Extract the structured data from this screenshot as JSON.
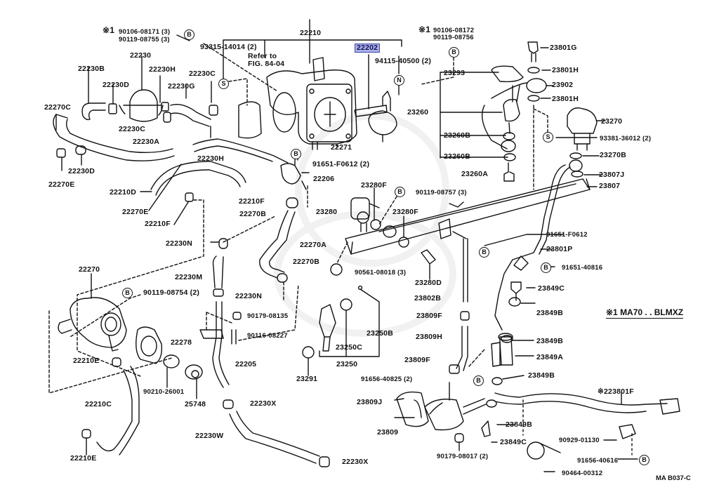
{
  "diagram": {
    "title_code": "MA  B037-C",
    "highlight_color": "#aab0e8",
    "footnote": "※1 MA70 . . BLMXZ",
    "refer_note": [
      "Refer to",
      "FIG. 84-04"
    ],
    "symbols": {
      "B": "B",
      "S": "S",
      "N": "N"
    },
    "labels": {
      "l_90106_08171": "90106-08171 (3)",
      "l_90119_08755": "90119-08755 (3)",
      "l_star1_left": "※1",
      "l_93315": "93315-14014 (2)",
      "l_22210": "22210",
      "l_22202": "22202",
      "l_94115": "94115-40500 (2)",
      "l_star1_right": "※1",
      "l_90106_08172": "90106-08172",
      "l_90119_08756": "90119-08756",
      "l_22230": "22230",
      "l_22230B": "22230B",
      "l_22230H_top": "22230H",
      "l_22230C_top": "22230C",
      "l_22230D_top": "22230D",
      "l_22230G": "22230G",
      "l_22270C": "22270C",
      "l_22230C_mid": "22230C",
      "l_22230A": "22230A",
      "l_22230H_mid": "22230H",
      "l_22230D_low": "22230D",
      "l_22270E_top": "22270E",
      "l_22271": "22271",
      "l_91651_F0612_2": "91651-F0612 (2)",
      "l_22206": "22206",
      "l_22210D": "22210D",
      "l_22270E_low": "22270E",
      "l_22210F_left": "22210F",
      "l_22210F_mid": "22210F",
      "l_22270B_top": "22270B",
      "l_22270A": "22270A",
      "l_22270B_low": "22270B",
      "l_22230N_top": "22230N",
      "l_22230M": "22230M",
      "l_22230N_low": "22230N",
      "l_22270": "22270",
      "l_90119_08754": "90119-08754 (2)",
      "l_90179_08135": "90179-08135",
      "l_90116_08227": "90116-08227",
      "l_22278": "22278",
      "l_22210E_top": "22210E",
      "l_90210_26001": "90210-26001",
      "l_25748": "25748",
      "l_22205": "22205",
      "l_22210C": "22210C",
      "l_22230X_top": "22230X",
      "l_22230W": "22230W",
      "l_22230X_low": "22230X",
      "l_22210E_low": "22210E",
      "l_23280F_top": "23280F",
      "l_90119_08757": "90119-08757 (3)",
      "l_23280": "23280",
      "l_23280F_mid": "23280F",
      "l_90561_08018": "90561-08018 (3)",
      "l_23280D": "23280D",
      "l_23802B": "23802B",
      "l_23250B": "23250B",
      "l_23809F_top": "23809F",
      "l_23250C": "23250C",
      "l_23809H": "23809H",
      "l_23250": "23250",
      "l_23291": "23291",
      "l_23809F_low": "23809F",
      "l_91656_40825": "91656-40825 (2)",
      "l_23809J": "23809J",
      "l_23809": "23809",
      "l_90179_08017": "90179-08017 (2)",
      "l_23293": "23293",
      "l_23260": "23260",
      "l_23260B_top": "23260B",
      "l_23260B_low": "23260B",
      "l_23260A": "23260A",
      "l_23801G": "23801G",
      "l_23801H_top": "23801H",
      "l_23902": "23902",
      "l_23801H_low": "23801H",
      "l_23270": "23270",
      "l_93381": "93381-36012 (2)",
      "l_23270B": "23270B",
      "l_23807J": "23807J",
      "l_23807": "23807",
      "l_91651_F0612": "91651-F0612",
      "l_23801P": "23801P",
      "l_91651_40816": "91651-40816",
      "l_23849C_top": "23849C",
      "l_23849B_1": "23849B",
      "l_23849B_2": "23849B",
      "l_23849A": "23849A",
      "l_23849B_3": "23849B",
      "l_23801F": "※223801F",
      "l_23849B_4": "23849B",
      "l_23849C_low": "23849C",
      "l_90929": "90929-01130",
      "l_91656_40616": "91656-40616",
      "l_90464": "90464-00312"
    }
  }
}
